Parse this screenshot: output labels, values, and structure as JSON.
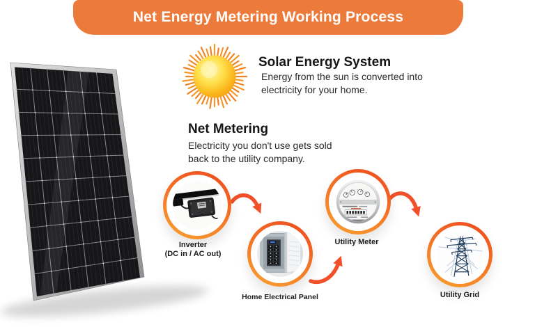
{
  "banner": {
    "title": "Net Energy Metering Working Process",
    "bg_color": "#EC7B3B",
    "text_color": "#FFFFFF"
  },
  "sections": {
    "solar_energy_system": {
      "heading": "Solar Energy System",
      "body_lines": [
        "Energy from the sun is converted into",
        "electricity for your home."
      ]
    },
    "net_metering": {
      "heading": "Net Metering",
      "body_lines": [
        "Electricity you don't use gets sold",
        "back to the utility company."
      ]
    }
  },
  "flow": {
    "steps": [
      {
        "id": "inverter",
        "label": "Inverter",
        "sublabel": "(DC in / AC out)",
        "image": "solar-microinverter-photo"
      },
      {
        "id": "home-electrical-panel",
        "label": "Home Electrical Panel",
        "image": "open-breaker-panel-photo"
      },
      {
        "id": "utility-meter",
        "label": "Utility Meter",
        "image": "analog-utility-meter-photo"
      },
      {
        "id": "utility-grid",
        "label": "Utility Grid",
        "image": "transmission-tower-photo"
      }
    ],
    "arrow_color": "#F1502B"
  },
  "images": {
    "solar_panel": "tilted-solar-panel-photo",
    "sun": "glowing-sun-illustration"
  },
  "colors": {
    "ring_gradient_start": "#F89B2E",
    "ring_gradient_end": "#EF4F1F",
    "sun_yellow": "#FFD23E",
    "background": "#FFFFFF",
    "text_dark": "#1B1B1B"
  }
}
